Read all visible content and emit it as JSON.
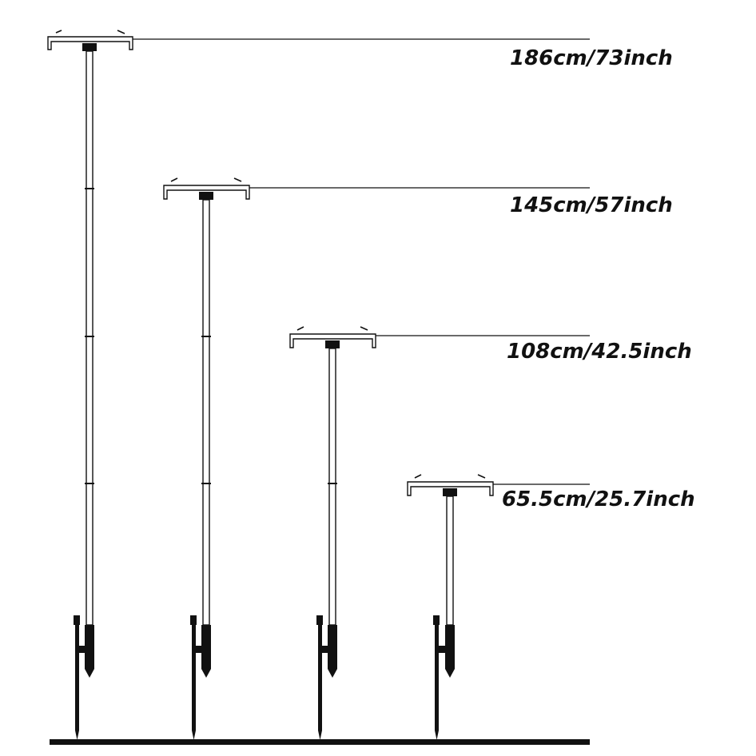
{
  "colors": {
    "ink": "#111111",
    "background": "#ffffff"
  },
  "poles": [
    {
      "id": "pole-1",
      "label": "186cm/73inch",
      "height_cm": 186,
      "height_inch": 73,
      "segments": 4
    },
    {
      "id": "pole-2",
      "label": "145cm/57inch",
      "height_cm": 145,
      "height_inch": 57,
      "segments": 3
    },
    {
      "id": "pole-3",
      "label": "108cm/42.5inch",
      "height_cm": 108,
      "height_inch": 42.5,
      "segments": 2
    },
    {
      "id": "pole-4",
      "label": "65.5cm/25.7inch",
      "height_cm": 65.5,
      "height_inch": 25.7,
      "segments": 1
    }
  ]
}
